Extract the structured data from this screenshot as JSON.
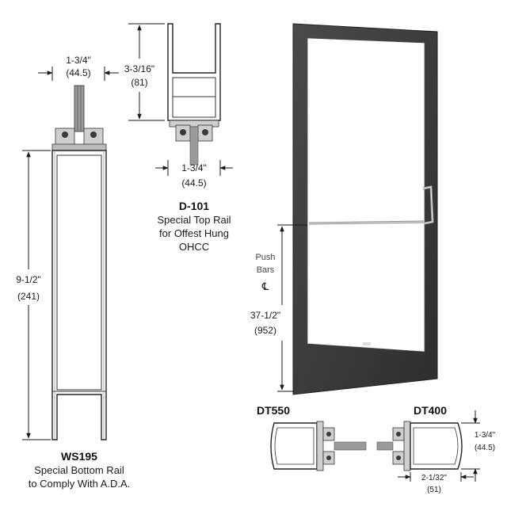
{
  "colors": {
    "door_frame": "#3d3d3d",
    "glass": "#ffffff",
    "line": "#1a1a1a",
    "metal": "#cfcfcf",
    "glazing": "#9a9a9a"
  },
  "ws195": {
    "width_in": "1-3/4\"",
    "width_mm": "(44.5)",
    "height_in": "9-1/2\"",
    "height_mm": "(241)",
    "code": "WS195",
    "desc_line1": "Special Bottom Rail",
    "desc_line2": "to Comply With A.D.A."
  },
  "d101": {
    "height_in": "3-3/16\"",
    "height_mm": "(81)",
    "width_in": "1-3/4\"",
    "width_mm": "(44.5)",
    "code": "D-101",
    "desc_line1": "Special Top Rail",
    "desc_line2": "for Offest Hung",
    "desc_line3": "OHCC"
  },
  "door": {
    "push_label_line1": "Push",
    "push_label_line2": "Bars",
    "centerline_symbol": "℄",
    "height_in": "37-1/2\"",
    "height_mm": "(952)"
  },
  "dt550": {
    "code": "DT550"
  },
  "dt400": {
    "code": "DT400",
    "depth_in": "1-3/4\"",
    "depth_mm": "(44.5)",
    "width_in": "2-1/32\"",
    "width_mm": "(51)"
  }
}
